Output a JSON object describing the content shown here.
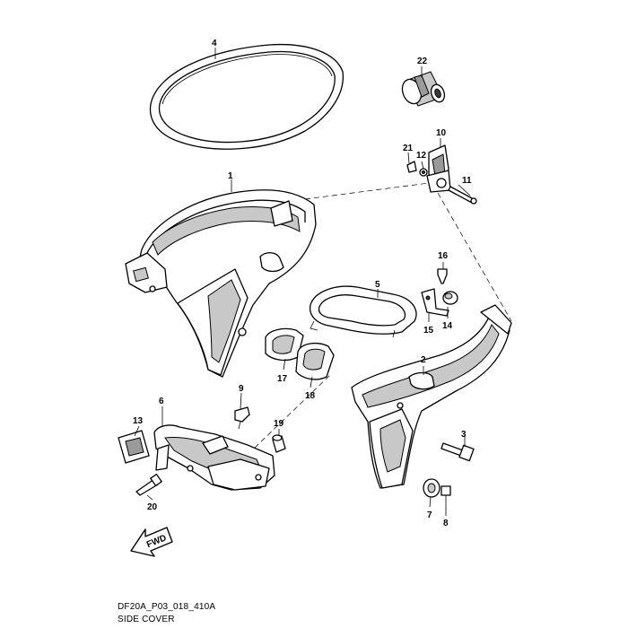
{
  "diagram": {
    "part_labels": {
      "p1": "1",
      "p2": "2",
      "p3": "3",
      "p4": "4",
      "p5": "5",
      "p6": "6",
      "p7": "7",
      "p8": "8",
      "p9": "9",
      "p10": "10",
      "p11": "11",
      "p12": "12",
      "p13": "13",
      "p14": "14",
      "p15": "15",
      "p16": "16",
      "p17": "17",
      "p18": "18",
      "p19": "19",
      "p20": "20",
      "p21": "21",
      "p22": "22"
    },
    "direction_arrow_label": "FWD",
    "drawing_code": "DF20A_P03_018_410A",
    "title": "SIDE COVER"
  }
}
